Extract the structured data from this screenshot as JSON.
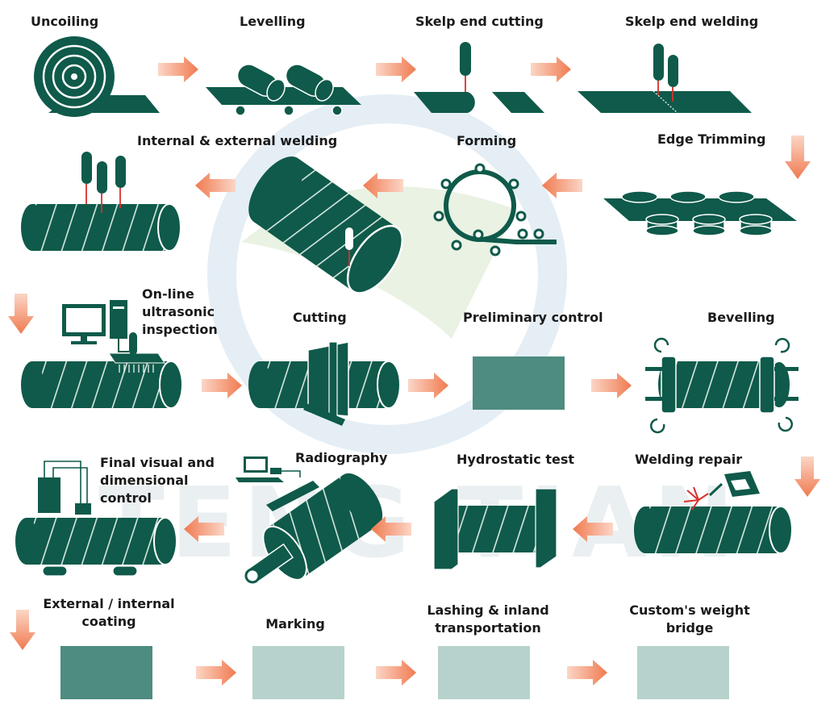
{
  "colors": {
    "pipe": "#0f5a4a",
    "pipe_seam": "#d7e6e0",
    "arrow": "#f07a50",
    "preliminary_box": "#4e8c80",
    "coating_box": "#4e8c80",
    "light_box": "#b7d2cc",
    "weld_line": "#d8302a",
    "watermark": "#e8eef0"
  },
  "watermark": {
    "text": "TENG TIAN"
  },
  "steps": {
    "uncoiling": "Uncoiling",
    "levelling": "Levelling",
    "skelp_end_cutting": "Skelp end cutting",
    "skelp_end_welding": "Skelp end welding",
    "internal_external_welding": "Internal & external welding",
    "forming": "Forming",
    "edge_trimming": "Edge Trimming",
    "online_ultrasonic": "On-line\nultrasonic\ninspection",
    "cutting": "Cutting",
    "preliminary_control": "Preliminary control",
    "bevelling": "Bevelling",
    "final_visual": "Final visual and\ndimensional\ncontrol",
    "radiography": "Radiography",
    "hydrostatic_test": "Hydrostatic test",
    "welding_repair": "Welding repair",
    "external_internal_coating": "External / internal\ncoating",
    "marking": "Marking",
    "lashing": "Lashing & inland\ntransportation",
    "customs_weight": "Custom's weight\nbridge"
  },
  "icons": [
    "uncoiling-coil-icon",
    "levelling-rollers-icon",
    "skelp-cutting-icon",
    "skelp-welding-icon",
    "internal-external-welding-pipe-icon",
    "forming-pipe-icon",
    "forming-rollers-icon",
    "edge-trimming-discs-icon",
    "ultrasonic-pipe-icon",
    "computer-icon",
    "cutting-pipe-icon",
    "bevelling-pipe-icon",
    "final-control-pipe-icon",
    "radiography-icon",
    "hydrostatic-test-icon",
    "welding-repair-icon"
  ]
}
